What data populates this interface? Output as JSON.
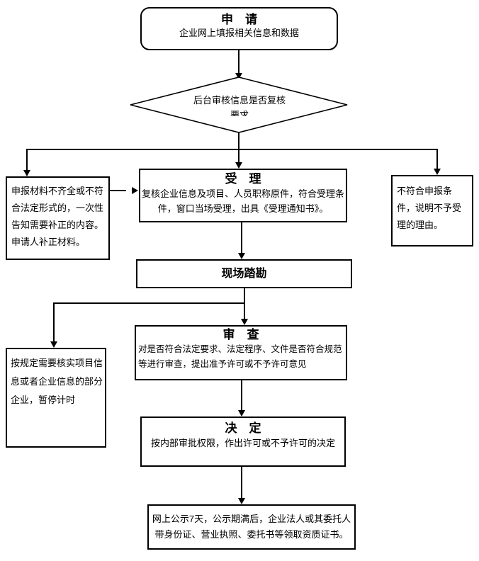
{
  "flowchart": {
    "colors": {
      "line": "#000000",
      "box_border": "#000000",
      "background": "#ffffff",
      "text": "#000000"
    },
    "nodes": {
      "apply": {
        "title": "申　请",
        "body": "企业网上填报相关信息和数据"
      },
      "decision": {
        "line1": "后台审核信息是否复核",
        "line2_clipped": "要求"
      },
      "supplement": {
        "body": "申报材料不齐全或不符合法定形式的，一次性告知需要补正的内容。申请人补正材料。"
      },
      "accept": {
        "title": "受　理",
        "body": "复核企业信息及项目、人员职称原件，符合受理条件，窗口当场受理，出具《受理通知书》。"
      },
      "reject": {
        "body": "不符合申报条件，说明不予受理的理由。"
      },
      "site_survey": {
        "title": "现场踏勘"
      },
      "pause": {
        "body": "按规定需要核实项目信息或者企业信息的部分企业，暂停计时"
      },
      "review": {
        "title": "审　查",
        "body": "对是否符合法定要求、法定程序、文件是否符合规范等进行审查，提出准予许可或不予许可意见"
      },
      "decide": {
        "title": "决　定",
        "body": "按内部审批权限，作出许可或不予许可的决定"
      },
      "publicity": {
        "body": "网上公示7天，公示期满后，企业法人或其委托人带身份证、营业执照、委托书等领取资质证书。"
      }
    },
    "edges": [
      "apply -> decision",
      "decision -> supplement",
      "decision -> accept",
      "decision -> reject",
      "supplement -> accept",
      "accept -> site_survey",
      "site_survey -> pause",
      "site_survey -> review",
      "review -> decide",
      "decide -> publicity"
    ]
  }
}
